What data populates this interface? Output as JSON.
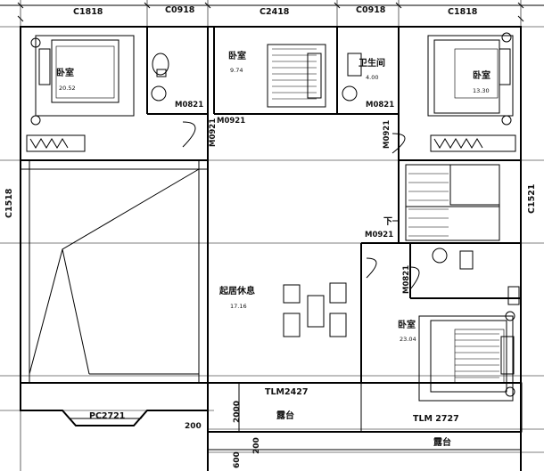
{
  "windows": {
    "top_left": "C1818",
    "top_bath_left": "C0918",
    "top_center": "C2418",
    "top_bath_right": "C0918",
    "top_right": "C1818",
    "left_side": "C1518",
    "right_side": "C1521",
    "bay": "PC2721",
    "slide_left": "TLM2427",
    "slide_right": "TLM 2727"
  },
  "doors": {
    "bath_left": "M0821",
    "bed2_a": "M0921",
    "bed2_b": "M0921",
    "bath_right": "M0821",
    "bed3": "M0921",
    "stair": "M0921",
    "bath_lower": "M0821"
  },
  "rooms": {
    "bedroom1": {
      "name": "卧室",
      "area": "20.52"
    },
    "bedroom2": {
      "name": "卧室",
      "area": "9.74"
    },
    "bathroom": {
      "name": "卫生间",
      "area": "4.00"
    },
    "bedroom3": {
      "name": "卧室",
      "area": "13.30"
    },
    "living": {
      "name": "起居休息",
      "area": "17.16"
    },
    "bedroom4": {
      "name": "卧室",
      "area": "23.04"
    },
    "terrace1": {
      "name": "露台"
    },
    "terrace2": {
      "name": "露台"
    }
  },
  "stair_label": "下",
  "dimensions": {
    "d200": "200",
    "d2000": "2000",
    "d600": "600",
    "d200b": "200"
  }
}
